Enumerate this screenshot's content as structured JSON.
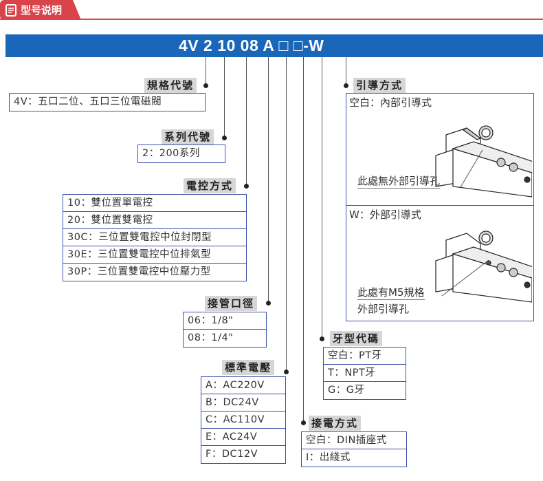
{
  "header": {
    "title": "型号说明",
    "icon": "document-icon"
  },
  "model_code": "4V 2 10 08 A □ □-W",
  "sections": {
    "spec": {
      "label": "規格代號",
      "rows": [
        "4V：五口二位、五口三位電磁閥"
      ]
    },
    "series": {
      "label": "系列代號",
      "rows": [
        "2：200系列"
      ]
    },
    "control": {
      "label": "電控方式",
      "rows": [
        "10：雙位置單電控",
        "20：雙位置雙電控",
        "30C：三位置雙電控中位封閉型",
        "30E：三位置雙電控中位排氣型",
        "30P：三位置雙電控中位壓力型"
      ]
    },
    "port": {
      "label": "接管口徑",
      "rows": [
        "06：1/8\"",
        "08：1/4\""
      ]
    },
    "voltage": {
      "label": "標準電壓",
      "rows": [
        "A：AC220V",
        "B：DC24V",
        "C：AC110V",
        "E：AC24V",
        "F：DC12V"
      ]
    },
    "wiring": {
      "label": "接電方式",
      "rows": [
        "空白：DIN插座式",
        "I：出綫式"
      ]
    },
    "thread": {
      "label": "牙型代碼",
      "rows": [
        "空白：PT牙",
        "T：NPT牙",
        "G：G牙"
      ]
    },
    "pilot": {
      "label": "引導方式",
      "internal": {
        "title": "空白：內部引導式",
        "note": "此處無外部引導孔"
      },
      "external": {
        "title": "W：外部引導式",
        "note1": "此處有M5規格",
        "note2": "外部引導孔"
      }
    }
  }
}
